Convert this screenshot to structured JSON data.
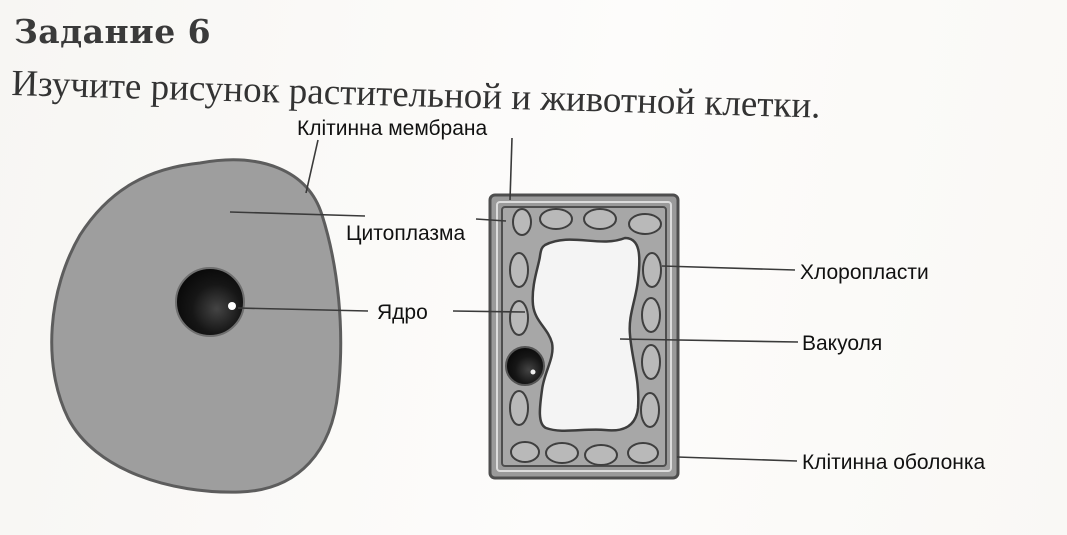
{
  "header": {
    "title": "Задание 6",
    "instruction": "Изучите рисунок растительной и животной клетки."
  },
  "labels": {
    "cell_membrane": "Клітинна мембрана",
    "cytoplasm": "Цитоплазма",
    "nucleus": "Ядро",
    "chloroplasts": "Хлоропласти",
    "vacuole": "Вакуоля",
    "cell_wall": "Клітинна оболонка"
  },
  "colors": {
    "cytoplasm_fill": "#9c9c9c",
    "nucleus_fill": "#1a1a1a",
    "outline": "#555555"
  }
}
